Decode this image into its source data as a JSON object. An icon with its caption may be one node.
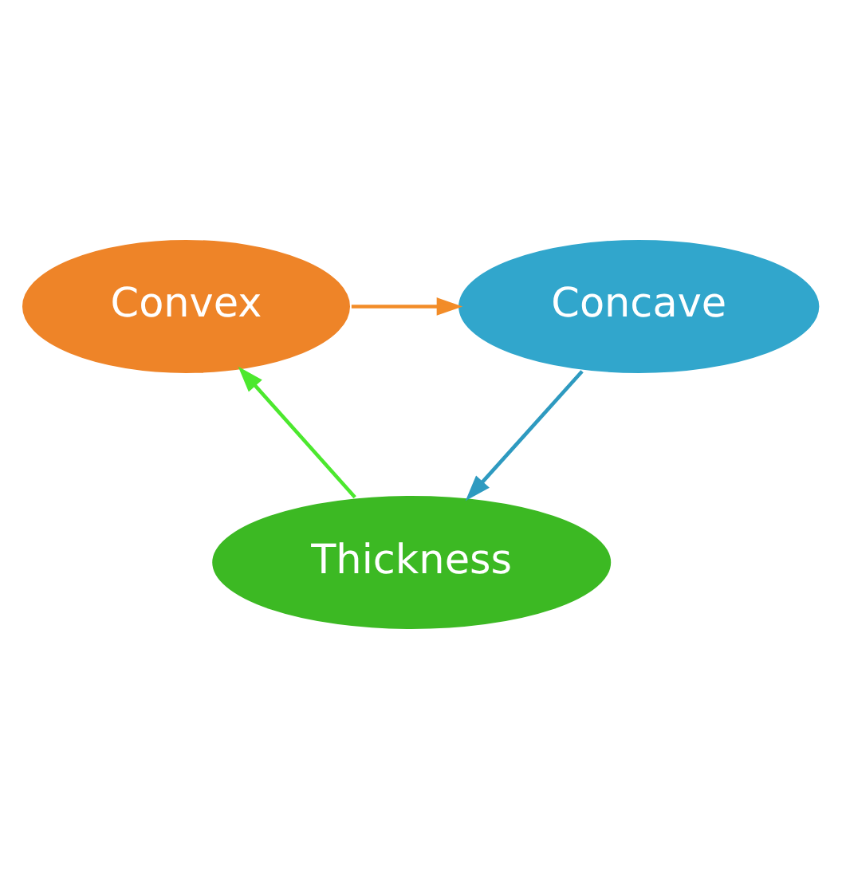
{
  "diagram": {
    "nodes": [
      {
        "text": [
          "Convex"
        ]
      },
      {
        "text": [
          "Concave"
        ]
      },
      {
        "text": [
          "Thickness"
        ]
      }
    ],
    "edges": [
      {
        "from": 0,
        "to": 1,
        "arrow": "to",
        "color": "#f28c28"
      },
      {
        "from": 1,
        "to": 2,
        "arrow": "to",
        "color": "#2e9ac0"
      },
      {
        "from": 2,
        "to": 0,
        "arrow": "to",
        "color": "#4ce82e"
      }
    ]
  }
}
